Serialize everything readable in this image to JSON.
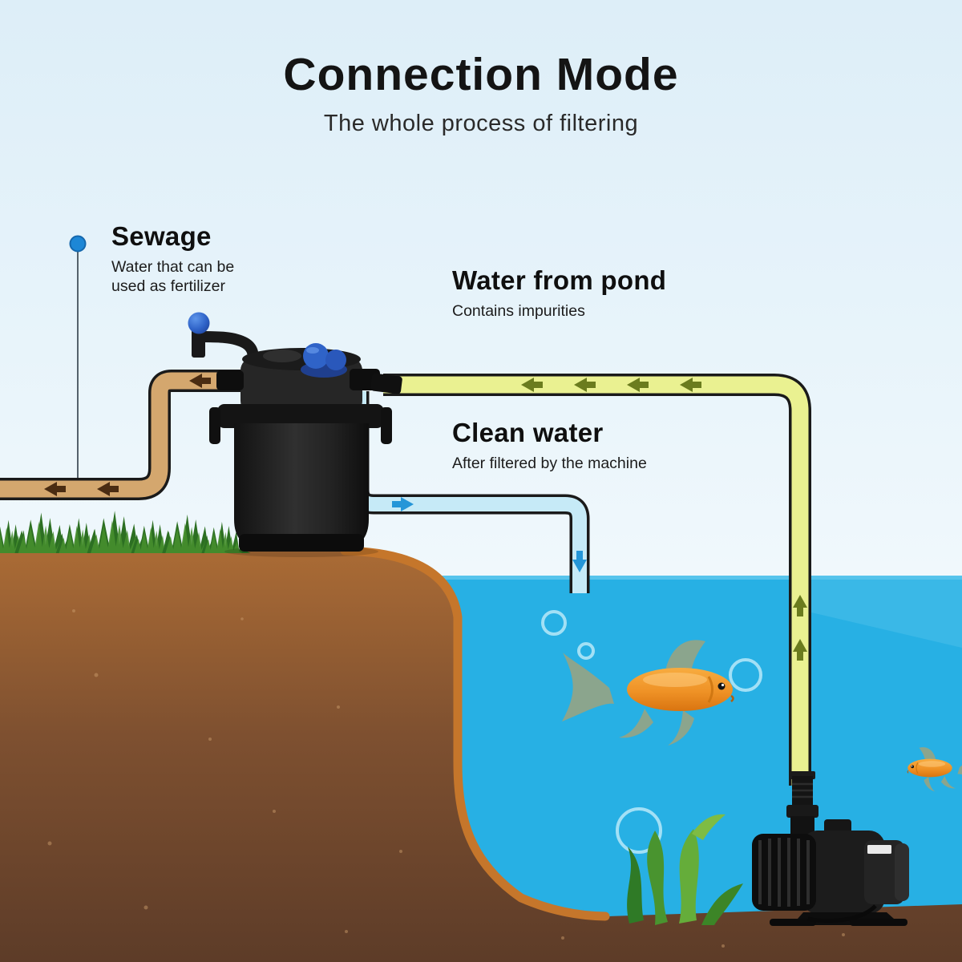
{
  "header": {
    "title": "Connection Mode",
    "subtitle": "The whole process of filtering"
  },
  "labels": {
    "sewage": {
      "title": "Sewage",
      "desc": "Water that can be\nused as fertilizer"
    },
    "pond_water": {
      "title": "Water from pond",
      "desc": "Contains impurities"
    },
    "clean_water": {
      "title": "Clean water",
      "desc": "After filtered by the machine"
    }
  },
  "colors": {
    "sky": "#e4f1f9",
    "water": "#27b0e4",
    "earth_top": "#aa6b35",
    "earth_bottom": "#5d3c28",
    "earth_rim": "#c5762b",
    "grass": "#2f7a24",
    "seaweed": "#49942f",
    "sewage_pipe": "#d4a76e",
    "pond_water_pipe": "#eaf191",
    "clean_water_pipe": "#c6eaf7",
    "pipe_outline": "#1a1a1a",
    "sewage_arrow": "#4a2c12",
    "pond_arrow": "#6b7c1e",
    "clean_arrow": "#2596d8",
    "marker_dot": "#1d87d6",
    "fish": "#ef9226",
    "equipment": "#1d1d1d"
  }
}
